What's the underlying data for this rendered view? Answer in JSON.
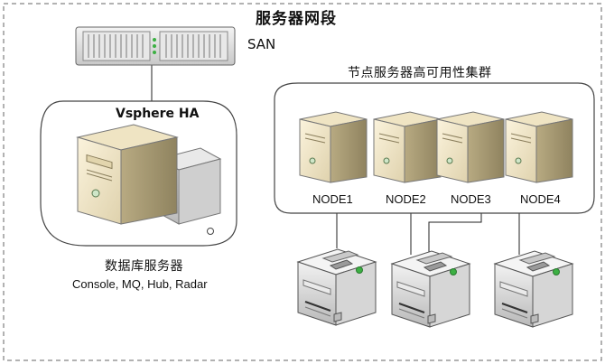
{
  "diagram": {
    "title": "服务器网段",
    "san_label": "SAN",
    "cluster_title": "节点服务器高可用性集群",
    "ha_label": "Vsphere HA",
    "db_server_label": "数据库服务器",
    "db_server_services": "Console, MQ, Hub, Radar",
    "nodes": [
      "NODE1",
      "NODE2",
      "NODE3",
      "NODE4"
    ],
    "printer_count": 3
  }
}
